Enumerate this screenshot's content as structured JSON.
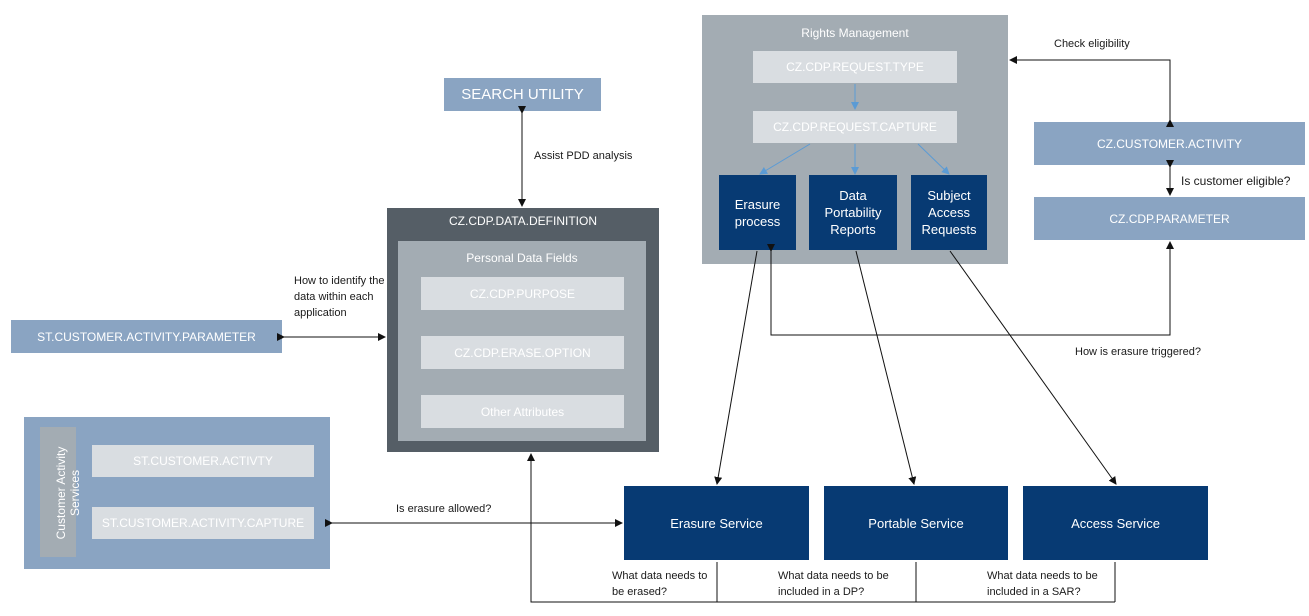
{
  "search_utility": "SEARCH UTILITY",
  "data_definition": {
    "title": "CZ.CDP.DATA.DEFINITION",
    "inner_title": "Personal Data Fields",
    "fields": [
      "CZ.CDP.PURPOSE",
      "CZ.CDP.ERASE.OPTION",
      "Other Attributes"
    ]
  },
  "rights_management": {
    "title": "Rights Management",
    "request_type": "CZ.CDP.REQUEST.TYPE",
    "request_capture": "CZ.CDP.REQUEST.CAPTURE",
    "processes": [
      "Erasure process",
      "Data Portability Reports",
      "Subject Access Requests"
    ]
  },
  "customer_activity": "CZ.CUSTOMER.ACTIVITY",
  "parameter": "CZ.CDP.PARAMETER",
  "st_param": "ST.CUSTOMER.ACTIVITY.PARAMETER",
  "activity_services": {
    "label": "Customer Activity Services",
    "items": [
      "ST.CUSTOMER.ACTIVTY",
      "ST.CUSTOMER.ACTIVITY.CAPTURE"
    ]
  },
  "services": [
    "Erasure Service",
    "Portable Service",
    "Access Service"
  ],
  "labels": {
    "assist": "Assist PDD analysis",
    "how_identify": "How to identify the data within each application",
    "check_eligibility": "Check eligibility",
    "is_eligible": "Is customer eligible?",
    "how_triggered": "How is erasure triggered?",
    "erasure_allowed": "Is erasure allowed?",
    "q_erased": "What data needs to be erased?",
    "q_dp": "What data needs to be included in a DP?",
    "q_sar": "What data needs to be included in a SAR?"
  },
  "colors": {
    "navy": "#073a73",
    "light_blue": "#8aa4c2",
    "dark_slate": "#555e66",
    "mid_gray": "#a3acb3",
    "pale_gray": "#d9dde1"
  }
}
